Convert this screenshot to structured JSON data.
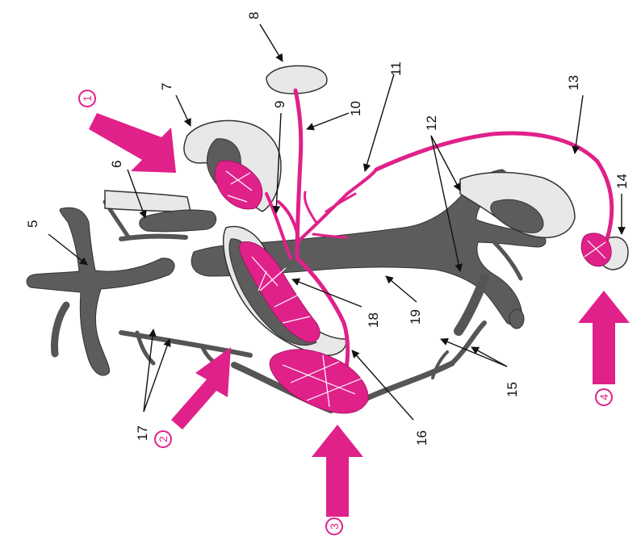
{
  "colors": {
    "vein": "#5c5c5c",
    "anastomosis": "#e0218a",
    "organ": "#e8e8e8",
    "text": "#111111"
  },
  "labels": [
    "5",
    "6",
    "7",
    "8",
    "9",
    "10",
    "11",
    "12",
    "13",
    "14",
    "15",
    "16",
    "17",
    "18",
    "19"
  ],
  "circled": [
    "1",
    "2",
    "3",
    "4"
  ]
}
